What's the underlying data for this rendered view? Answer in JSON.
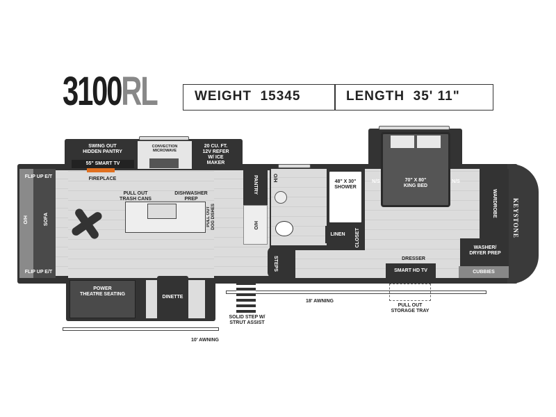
{
  "header": {
    "model_number": "3100",
    "model_suffix": "RL",
    "weight_label": "WEIGHT",
    "weight_value": "15345",
    "length_label": "LENGTH",
    "length_value": "35' 11\""
  },
  "brand": "KEYSTONE",
  "labels": {
    "swing_out_pantry": "SWING OUT\nHIDDEN PANTRY",
    "convection_microwave": "CONVECTION\nMICROWAVE",
    "refer": "20 CU. FT.\n12V REFER\nW/ ICE\nMAKER",
    "smart_tv": "55\" SMART TV",
    "fireplace": "FIREPLACE",
    "flip_up_top": "FLIP UP E/T",
    "flip_up_bottom": "FLIP UP E/T",
    "oh_left": "O/H",
    "sofa": "SOFA",
    "trash_cans": "PULL OUT\nTRASH CANS",
    "dishwasher": "DISHWASHER\nPREP",
    "dog_dishes": "PULL OUT\nDOG DISHES",
    "pantry": "PANTRY",
    "oh_mid": "O/H",
    "oh_bath": "O/H",
    "shower": "48\" X 30\"\nSHOWER",
    "linen": "LINEN",
    "closet": "CLOSET",
    "steps": "STEPS",
    "ns_left": "N/S",
    "ns_right": "N/S",
    "king_bed": "70\" X 80\"\nKING BED",
    "wardrobe": "WARDROBE",
    "washer_dryer": "WASHER/\nDRYER PREP",
    "cubbies": "CUBBIES",
    "dresser": "DRESSER",
    "smart_hd_tv": "SMART HD TV",
    "theatre_seating": "POWER\nTHEATRE SEATING",
    "dinette": "DINETTE",
    "awning_18": "18' AWNING",
    "storage_tray": "PULL OUT\nSTORAGE TRAY",
    "solid_step": "SOLID STEP W/\nSTRUT ASSIST",
    "awning_10": "10' AWNING"
  }
}
